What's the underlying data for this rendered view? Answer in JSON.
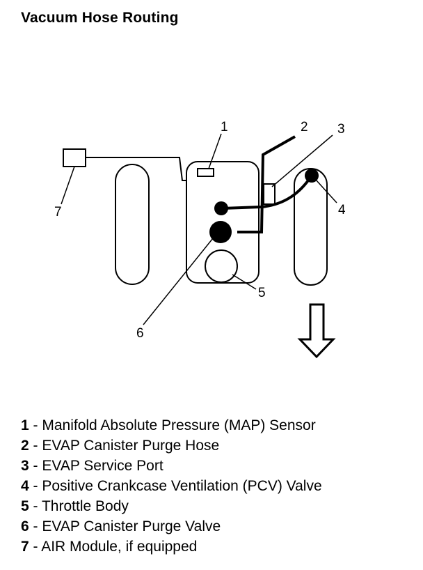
{
  "title": "Vacuum Hose Routing",
  "callouts": [
    "1",
    "2",
    "3",
    "4",
    "5",
    "6",
    "7"
  ],
  "separator": " - ",
  "legend": [
    {
      "num": "1",
      "text": "Manifold Absolute Pressure (MAP) Sensor"
    },
    {
      "num": "2",
      "text": "EVAP Canister Purge Hose"
    },
    {
      "num": "3",
      "text": "EVAP Service Port"
    },
    {
      "num": "4",
      "text": "Positive Crankcase Ventilation (PCV) Valve"
    },
    {
      "num": "5",
      "text": "Throttle Body"
    },
    {
      "num": "6",
      "text": "EVAP Canister Purge Valve"
    },
    {
      "num": "7",
      "text": "AIR Module, if equipped"
    }
  ]
}
